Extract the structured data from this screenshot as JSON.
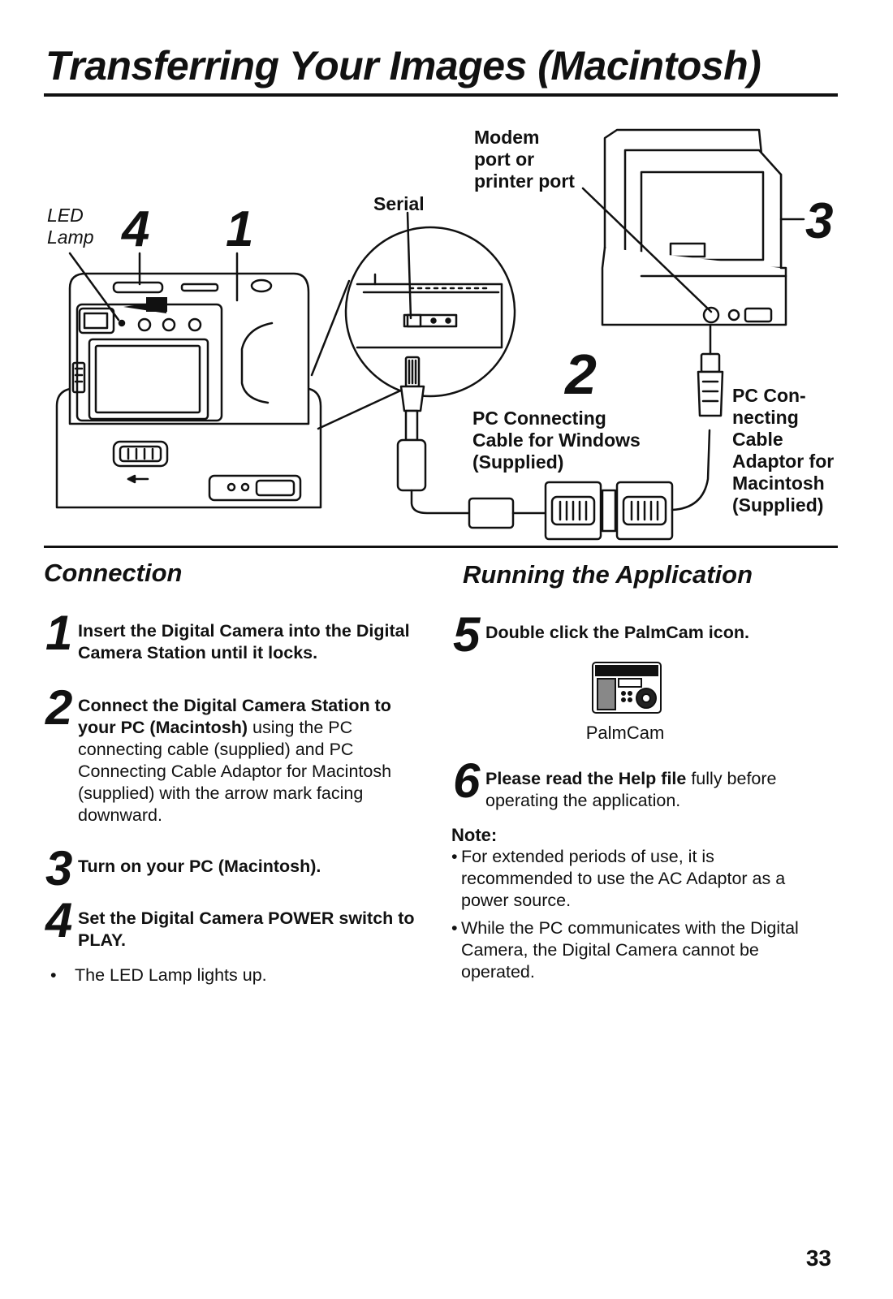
{
  "title": "Transferring Your Images (Macintosh)",
  "diagram": {
    "led_lamp": [
      "LED",
      "Lamp"
    ],
    "callout_4": "4",
    "callout_1": "1",
    "callout_2": "2",
    "callout_3": "3",
    "serial": "Serial",
    "modem_port": [
      "Modem",
      "port or",
      "printer port"
    ],
    "pc_cable_windows": [
      "PC Connecting",
      "Cable for Windows",
      "(Supplied)"
    ],
    "pc_cable_adaptor": [
      "PC Con-",
      "necting",
      "Cable",
      "Adaptor for",
      "Macintosh",
      "(Supplied)"
    ]
  },
  "connection": {
    "heading": "Connection",
    "step1": {
      "num": "1",
      "bold": "Insert the Digital Camera into the Digital Camera Station until it locks."
    },
    "step2": {
      "num": "2",
      "bold": "Connect the Digital Camera Station to your PC (Macintosh)",
      "rest": " using the PC connecting cable (supplied) and PC Connecting Cable Adaptor for Macintosh (supplied) with the arrow mark facing downward."
    },
    "step3": {
      "num": "3",
      "bold": "Turn on your PC (Macintosh)."
    },
    "step4": {
      "num": "4",
      "bold": "Set the Digital Camera POWER switch to PLAY."
    },
    "bullet": "The LED Lamp lights up."
  },
  "running": {
    "heading": "Running the Application",
    "step5": {
      "num": "5",
      "bold": "Double click the PalmCam icon."
    },
    "icon_name": "palmcam-app-icon",
    "icon_label": "PalmCam",
    "step6": {
      "num": "6",
      "bold": "Please read the Help file",
      "rest": " fully before operating the application."
    },
    "note_title": "Note:",
    "notes": [
      "For extended periods of use, it is recommended to use the AC Adaptor as a power source.",
      "While the PC communicates with the Digital Camera, the Digital Camera cannot be operated."
    ]
  },
  "page_number": "33"
}
